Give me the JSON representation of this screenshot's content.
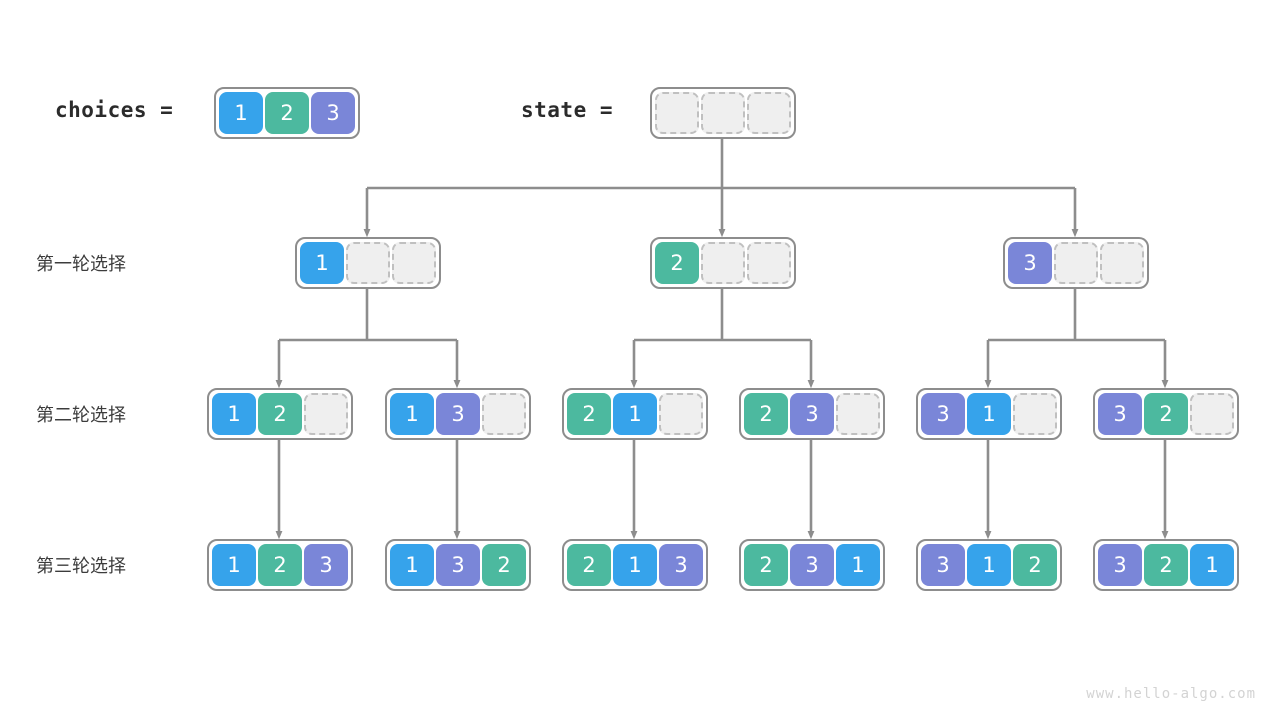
{
  "header": {
    "choices_label": "choices =",
    "state_label": "state =",
    "choices_values": [
      1,
      2,
      3
    ],
    "state_values": [
      null,
      null,
      null
    ]
  },
  "rows": [
    {
      "label": "第一轮选择"
    },
    {
      "label": "第二轮选择"
    },
    {
      "label": "第三轮选择"
    }
  ],
  "colors": {
    "value_1": "#36a3eb",
    "value_2": "#4cb99f",
    "value_3": "#7a86d8",
    "empty_cell_fill": "#efefef",
    "empty_cell_border": "#c0c0c0",
    "node_border": "#8d8d8d",
    "connector": "#8d8d8d",
    "text": "#2b2b2b",
    "watermark": "#d3d3d3"
  },
  "level1": [
    {
      "values": [
        1,
        null,
        null
      ]
    },
    {
      "values": [
        2,
        null,
        null
      ]
    },
    {
      "values": [
        3,
        null,
        null
      ]
    }
  ],
  "level2": [
    {
      "values": [
        1,
        2,
        null
      ]
    },
    {
      "values": [
        1,
        3,
        null
      ]
    },
    {
      "values": [
        2,
        1,
        null
      ]
    },
    {
      "values": [
        2,
        3,
        null
      ]
    },
    {
      "values": [
        3,
        1,
        null
      ]
    },
    {
      "values": [
        3,
        2,
        null
      ]
    }
  ],
  "level3": [
    {
      "values": [
        1,
        2,
        3
      ]
    },
    {
      "values": [
        1,
        3,
        2
      ]
    },
    {
      "values": [
        2,
        1,
        3
      ]
    },
    {
      "values": [
        2,
        3,
        1
      ]
    },
    {
      "values": [
        3,
        1,
        2
      ]
    },
    {
      "values": [
        3,
        2,
        1
      ]
    }
  ],
  "watermark": "www.hello-algo.com"
}
